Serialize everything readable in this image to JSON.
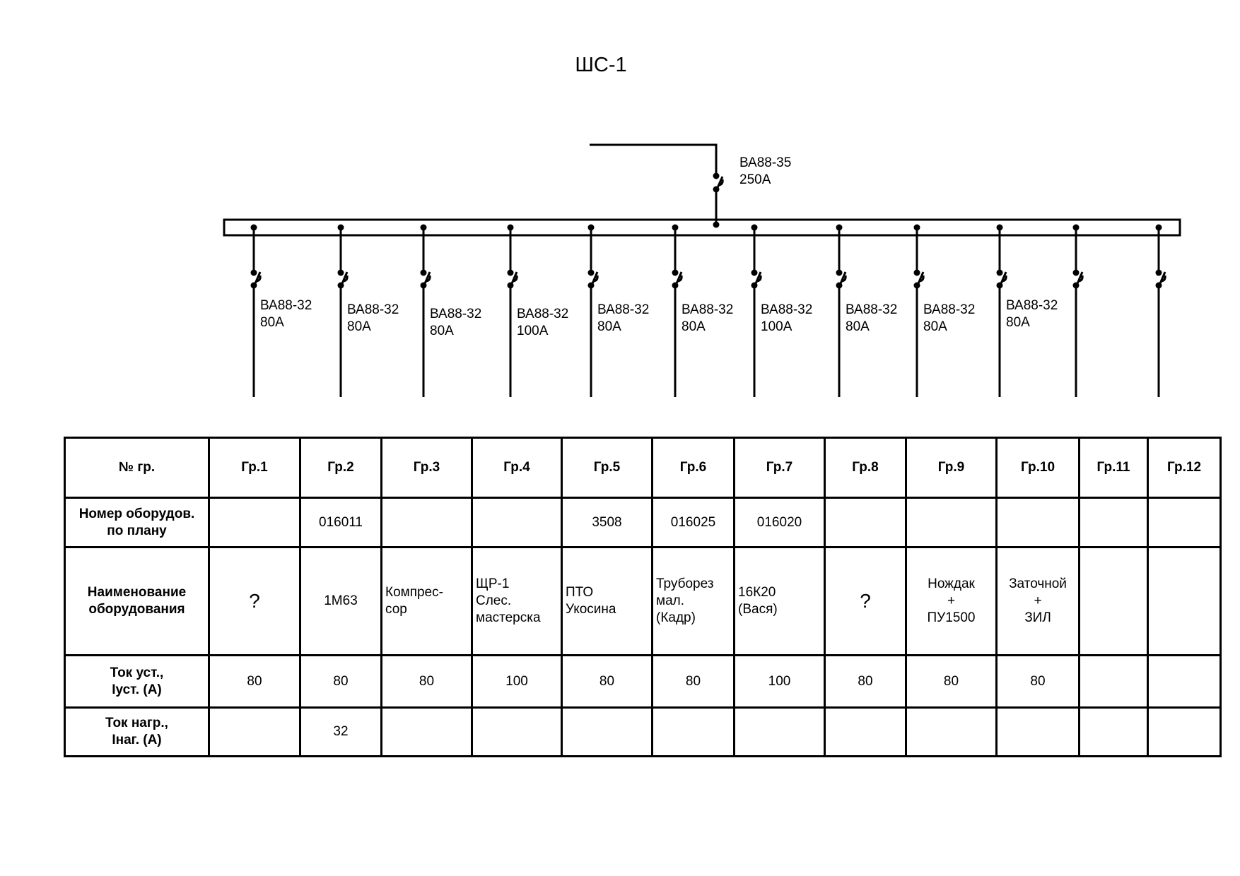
{
  "title": "ШС-1",
  "main_breaker": {
    "model": "ВА88-35",
    "rating": "250А"
  },
  "branches": [
    {
      "model": "ВА88-32",
      "rating": "80А"
    },
    {
      "model": "ВА88-32",
      "rating": "80А"
    },
    {
      "model": "ВА88-32",
      "rating": "80А"
    },
    {
      "model": "ВА88-32",
      "rating": "100А"
    },
    {
      "model": "ВА88-32",
      "rating": "80А"
    },
    {
      "model": "ВА88-32",
      "rating": "80А"
    },
    {
      "model": "ВА88-32",
      "rating": "100А"
    },
    {
      "model": "ВА88-32",
      "rating": "80А"
    },
    {
      "model": "ВА88-32",
      "rating": "80А"
    },
    {
      "model": "ВА88-32",
      "rating": "80А"
    },
    {
      "model": "",
      "rating": ""
    },
    {
      "model": "",
      "rating": ""
    }
  ],
  "table": {
    "row_headers": [
      "№ гр.",
      "Номер оборудов.\nпо плану",
      "Наименование\nоборудования",
      "Ток уст.,\nIуст. (А)",
      "Ток нагр.,\nIнаг. (А)"
    ],
    "groups": [
      "Гр.1",
      "Гр.2",
      "Гр.3",
      "Гр.4",
      "Гр.5",
      "Гр.6",
      "Гр.7",
      "Гр.8",
      "Гр.9",
      "Гр.10",
      "Гр.11",
      "Гр.12"
    ],
    "equipment_numbers": [
      "",
      "016011",
      "",
      "",
      "3508",
      "016025",
      "016020",
      "",
      "",
      "",
      "",
      ""
    ],
    "equipment_names": [
      "?",
      "1М63",
      "Компрес-\nсор",
      "ЩР-1\nСлес.\nмастерска",
      "ПТО\nУкосина",
      "Труборез\nмал.\n(Кадр)",
      "16К20\n(Вася)",
      "?",
      "Нождак\n+\nПУ1500",
      "Заточной\n+\nЗИЛ",
      "",
      ""
    ],
    "set_current": [
      "80",
      "80",
      "80",
      "100",
      "80",
      "80",
      "100",
      "80",
      "80",
      "80",
      "",
      ""
    ],
    "load_current": [
      "",
      "32",
      "",
      "",
      "",
      "",
      "",
      "",
      "",
      "",
      "",
      ""
    ]
  }
}
